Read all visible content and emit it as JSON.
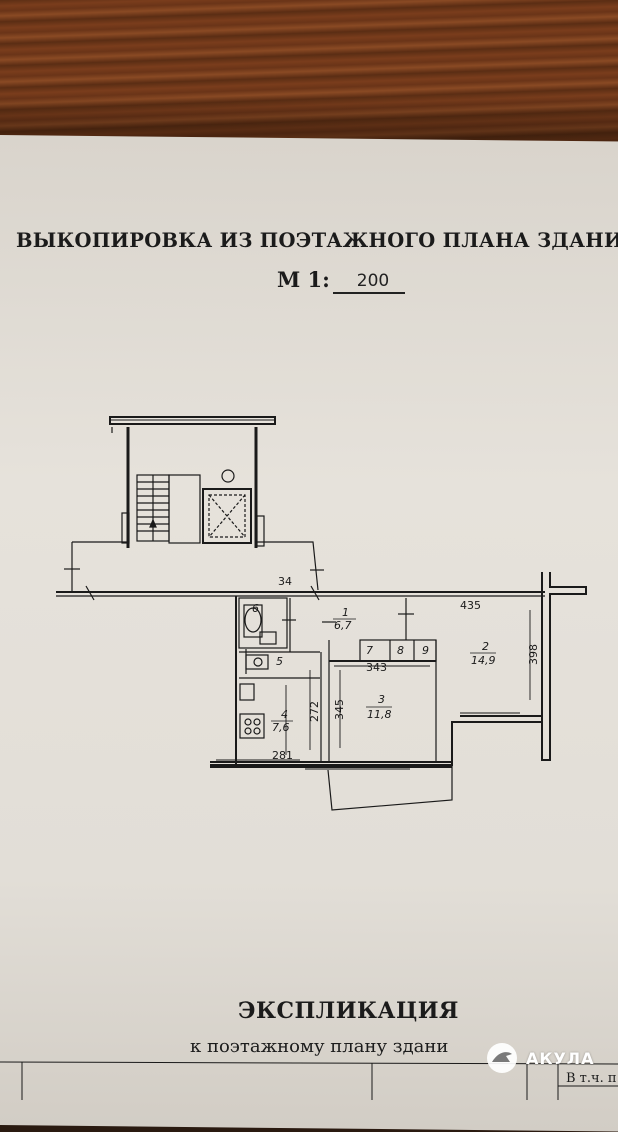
{
  "document": {
    "title": "ВЫКОПИРОВКА ИЗ ПОЭТАЖНОГО ПЛАНА ЗДАНИ",
    "scale_label": "М 1:",
    "scale_value": "200",
    "explication_title": "ЭКСПЛИКАЦИЯ",
    "explication_subtitle": "к поэтажному плану здани",
    "table_fragment": "В т.ч. п"
  },
  "plan": {
    "dimensions": {
      "d34": "34",
      "d435": "435",
      "d398": "398",
      "d343": "343",
      "d345": "345",
      "d272": "272",
      "d281": "281"
    },
    "rooms": [
      {
        "number": "1",
        "area": "6,7"
      },
      {
        "number": "2",
        "area": "14,9"
      },
      {
        "number": "3",
        "area": "11,8"
      },
      {
        "number": "4",
        "area": "7,6"
      },
      {
        "number": "5",
        "area": ""
      },
      {
        "number": "6",
        "area": ""
      },
      {
        "number": "7",
        "area": ""
      },
      {
        "number": "8",
        "area": ""
      },
      {
        "number": "9",
        "area": ""
      }
    ]
  },
  "watermark": {
    "text": "АКУЛА",
    "icon": "shark-logo-icon"
  },
  "colors": {
    "paper": "#e2ded7",
    "wood": "#6a3418",
    "ink": "#1b1b1b"
  }
}
